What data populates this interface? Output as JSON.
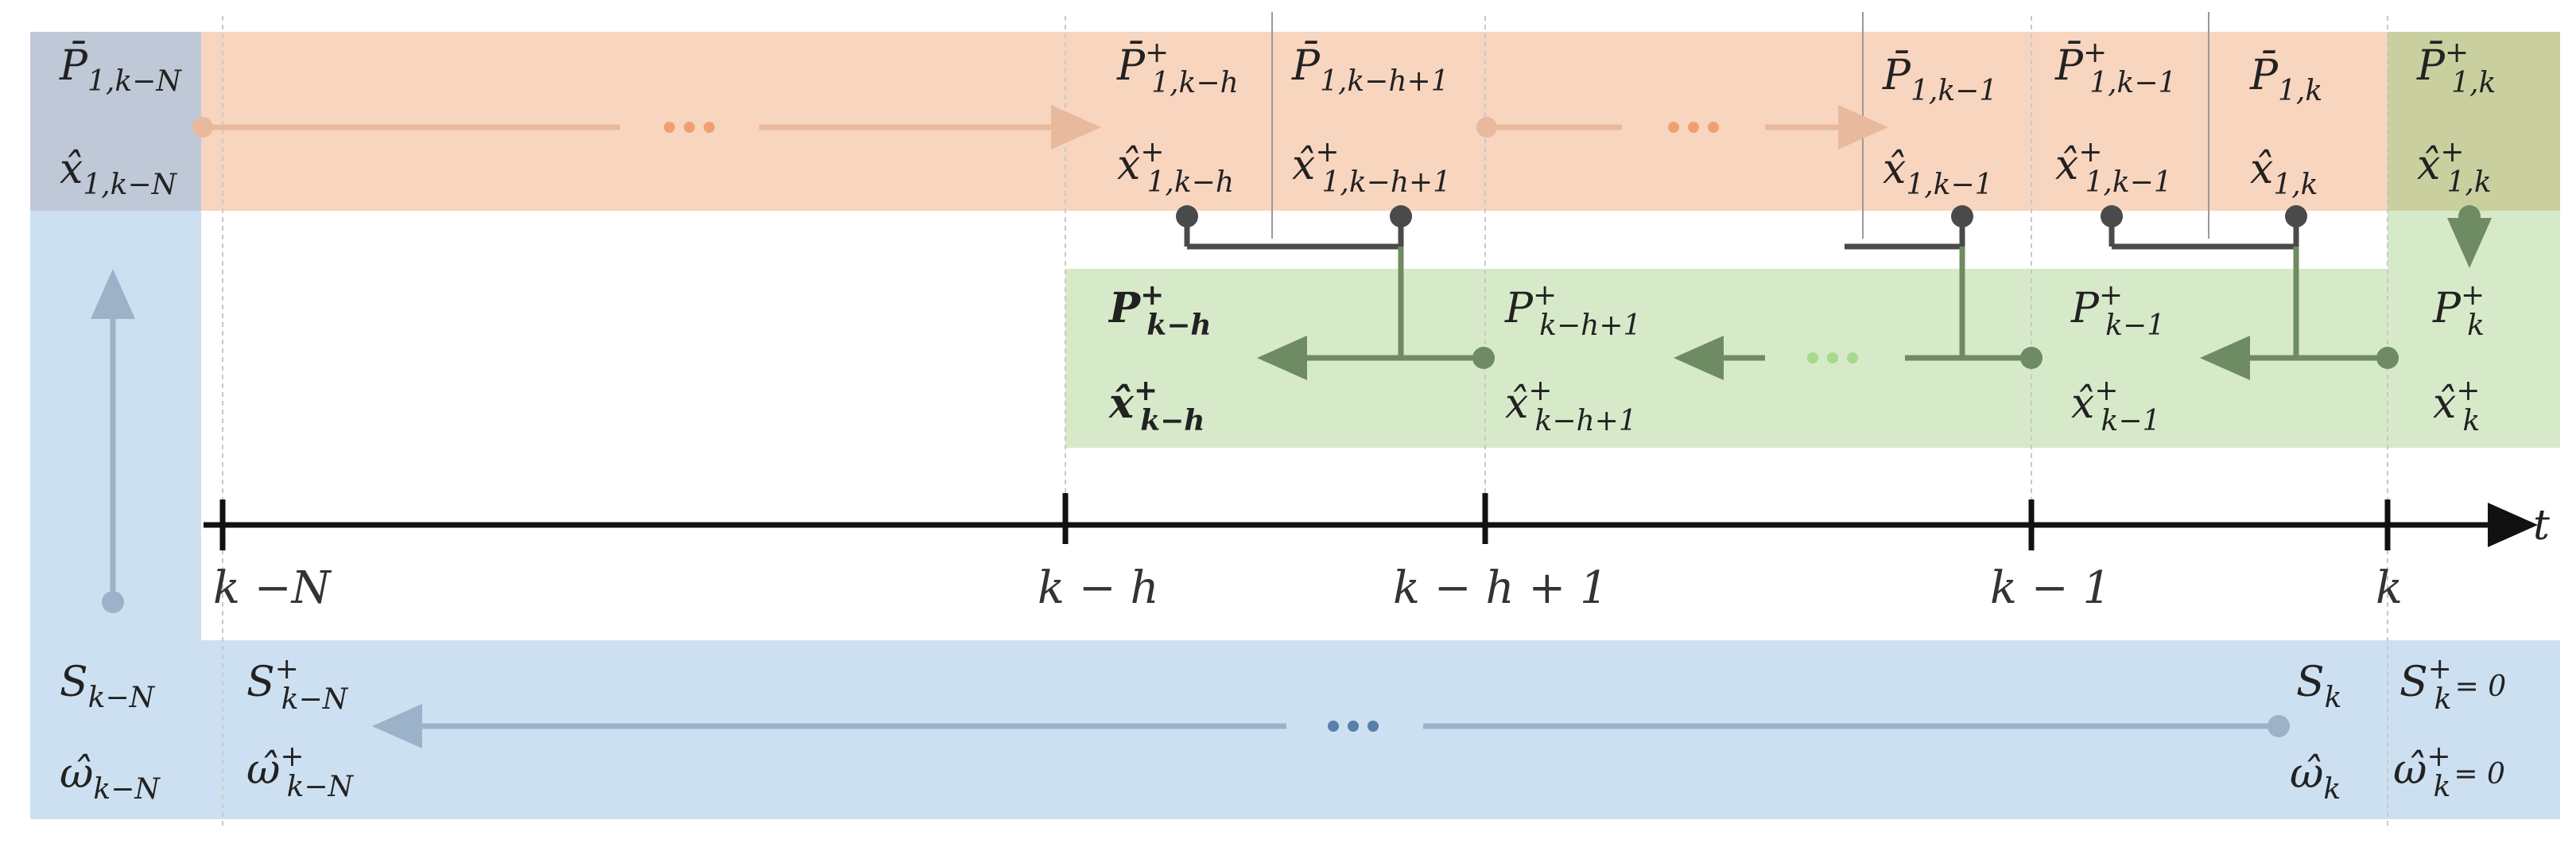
{
  "colors": {
    "orange_band": "#f8d5bf",
    "green_band": "#d6eac9",
    "blue_band": "#cde0f1",
    "gray_band": "#bfc8d6",
    "olive_corner": "#c9cf9e",
    "dark_connector": "#4a4a4a",
    "green_arrow": "#6f8b63",
    "blue_arrow": "#9cb2c8",
    "orange_arrow": "#e8b99c",
    "axis": "#111111"
  },
  "top_row": {
    "left": {
      "p": "P̄",
      "p_sub": "1,k−N",
      "x": "x̂",
      "x_sub": "1,k−N"
    },
    "c1": {
      "p": "P̄",
      "p_sup": "+",
      "p_sub": "1,k−h",
      "x": "x̂",
      "x_sup": "+",
      "x_sub": "1,k−h"
    },
    "c2": {
      "p": "P̄",
      "p_sub": "1,k−h+1",
      "x": "x̂",
      "x_sup": "+",
      "x_sub": "1,k−h+1"
    },
    "c3": {
      "p": "P̄",
      "p_sub": "1,k−1",
      "x": "x̂",
      "x_sub": "1,k−1"
    },
    "c4": {
      "p": "P̄",
      "p_sup": "+",
      "p_sub": "1,k−1",
      "x": "x̂",
      "x_sup": "+",
      "x_sub": "1,k−1"
    },
    "c5": {
      "p": "P̄",
      "p_sub": "1,k",
      "x": "x̂",
      "x_sub": "1,k"
    },
    "right": {
      "p": "P̄",
      "p_sup": "+",
      "p_sub": "1,k",
      "x": "x̂",
      "x_sup": "+",
      "x_sub": "1,k"
    },
    "ellipsis_1": "···",
    "ellipsis_2": "···"
  },
  "middle_row": {
    "m1": {
      "p": "P",
      "p_sup": "+",
      "p_sub": "k−h",
      "x": "x̂",
      "x_sup": "+",
      "x_sub": "k−h"
    },
    "m2": {
      "p": "P",
      "p_sup": "+",
      "p_sub": "k−h+1",
      "x": "x̂",
      "x_sup": "+",
      "x_sub": "k−h+1"
    },
    "m3": {
      "p": "P",
      "p_sup": "+",
      "p_sub": "k−1",
      "x": "x̂",
      "x_sup": "+",
      "x_sub": "k−1"
    },
    "m4": {
      "p": "P",
      "p_sup": "+",
      "p_sub": "k",
      "x": "x̂",
      "x_sup": "+",
      "x_sub": "k"
    },
    "ellipsis": "···"
  },
  "axis": {
    "label": "t",
    "ticks": [
      "k −N",
      "k − h",
      "k − h + 1",
      "k − 1",
      "k"
    ]
  },
  "bottom_row": {
    "b1": {
      "s": "S",
      "s_sub": "k−N",
      "w": "ω̂",
      "w_sub": "k−N"
    },
    "b2": {
      "s": "S",
      "s_sup": "+",
      "s_sub": "k−N",
      "w": "ω̂",
      "w_sup": "+",
      "w_sub": "k−N"
    },
    "b3": {
      "s": "S",
      "s_sub": "k",
      "w": "ω̂",
      "w_sub": "k"
    },
    "b4": {
      "s": "S",
      "s_sup": "+",
      "s_sub": "k",
      "s_tail": "= 0",
      "w": "ω̂",
      "w_sup": "+",
      "w_sub": "k",
      "w_tail": "= 0"
    },
    "ellipsis": "···"
  }
}
